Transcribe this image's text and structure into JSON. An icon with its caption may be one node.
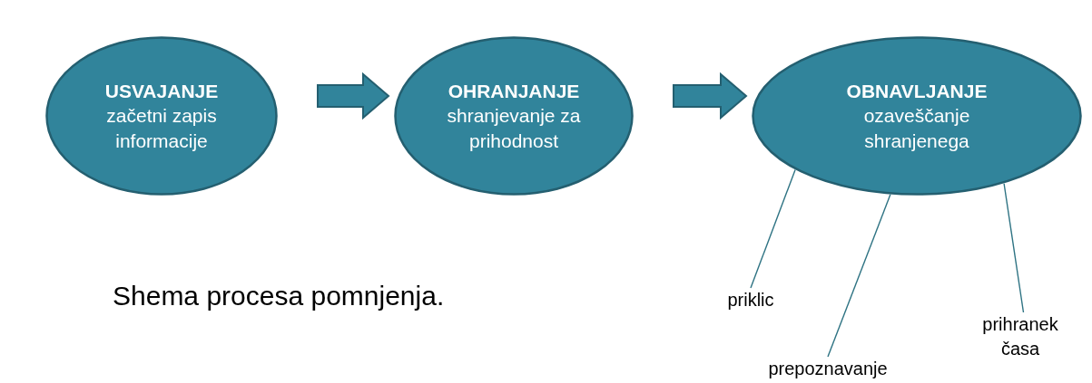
{
  "diagram": {
    "caption": "Shema procesa pomnjenja.",
    "nodes": [
      {
        "text": [
          "USVAJANJE",
          "začetni zapis informacije"
        ]
      },
      {
        "text": [
          "OHRANJANJE",
          "shranjevanje za prihodnost"
        ]
      },
      {
        "text": [
          "OBNAVLJANJE",
          "ozaveščanje shranjenega"
        ]
      },
      {
        "text": [
          "priklic"
        ]
      },
      {
        "text": [
          "prepoznavanje"
        ]
      },
      {
        "text": [
          "prihranek časa"
        ]
      }
    ],
    "edges": [
      {
        "from": 0,
        "to": 1,
        "arrow": "to"
      },
      {
        "from": 1,
        "to": 2,
        "arrow": "to"
      },
      {
        "from": 3,
        "to": 2,
        "arrow": "none"
      },
      {
        "from": 4,
        "to": 2,
        "arrow": "none"
      },
      {
        "from": 5,
        "to": 2,
        "arrow": "none"
      }
    ]
  }
}
